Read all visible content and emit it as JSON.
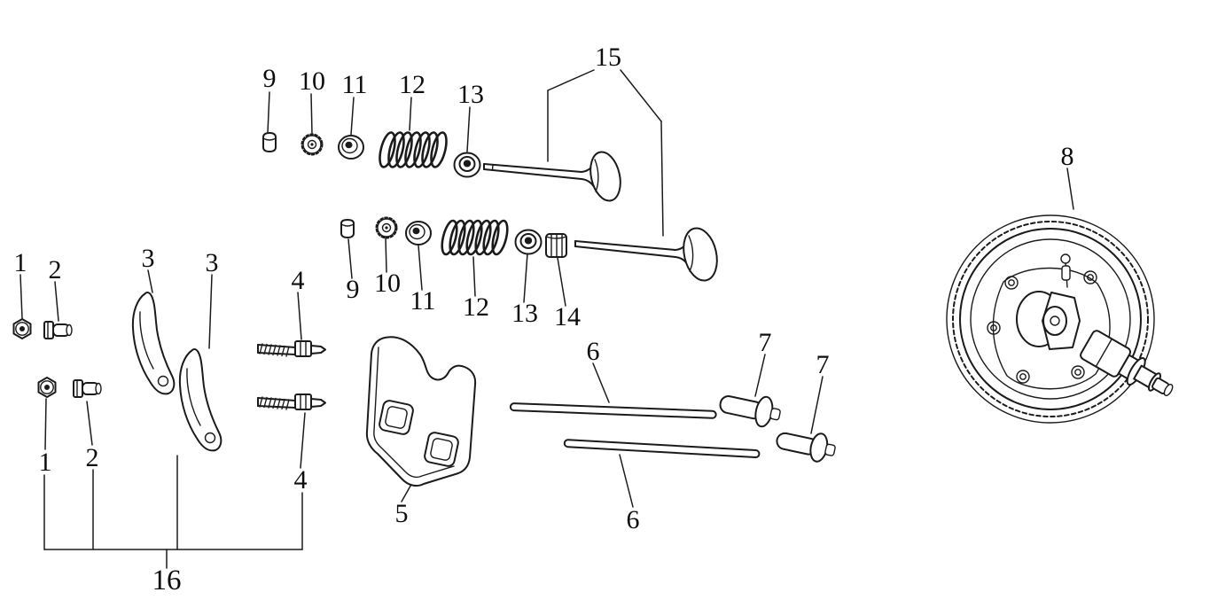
{
  "diagram": {
    "kind": "exploded-parts-diagram",
    "subject": "Engine valve train and camshaft exploded parts diagram",
    "background_color": "#ffffff",
    "line_color": "#1b1b1b",
    "callouts": [
      {
        "id": "callout-9-top",
        "part": "9"
      },
      {
        "id": "callout-10-top",
        "part": "10"
      },
      {
        "id": "callout-11-top",
        "part": "11"
      },
      {
        "id": "callout-12-top",
        "part": "12"
      },
      {
        "id": "callout-13-top",
        "part": "13"
      },
      {
        "id": "callout-15",
        "part": "15"
      },
      {
        "id": "callout-9-lower",
        "part": "9"
      },
      {
        "id": "callout-10-lower",
        "part": "10"
      },
      {
        "id": "callout-11-lower",
        "part": "11"
      },
      {
        "id": "callout-12-lower",
        "part": "12"
      },
      {
        "id": "callout-13-lower",
        "part": "13"
      },
      {
        "id": "callout-14",
        "part": "14"
      },
      {
        "id": "callout-1-upper",
        "part": "1"
      },
      {
        "id": "callout-2-upper",
        "part": "2"
      },
      {
        "id": "callout-3-left",
        "part": "3"
      },
      {
        "id": "callout-3-right",
        "part": "3"
      },
      {
        "id": "callout-4-upper",
        "part": "4"
      },
      {
        "id": "callout-1-lower",
        "part": "1"
      },
      {
        "id": "callout-2-lower",
        "part": "2"
      },
      {
        "id": "callout-4-lower",
        "part": "4"
      },
      {
        "id": "callout-5",
        "part": "5"
      },
      {
        "id": "callout-6-upper",
        "part": "6"
      },
      {
        "id": "callout-6-lower",
        "part": "6"
      },
      {
        "id": "callout-7-left",
        "part": "7"
      },
      {
        "id": "callout-7-right",
        "part": "7"
      },
      {
        "id": "callout-8",
        "part": "8"
      },
      {
        "id": "callout-16",
        "part": "16"
      }
    ]
  }
}
